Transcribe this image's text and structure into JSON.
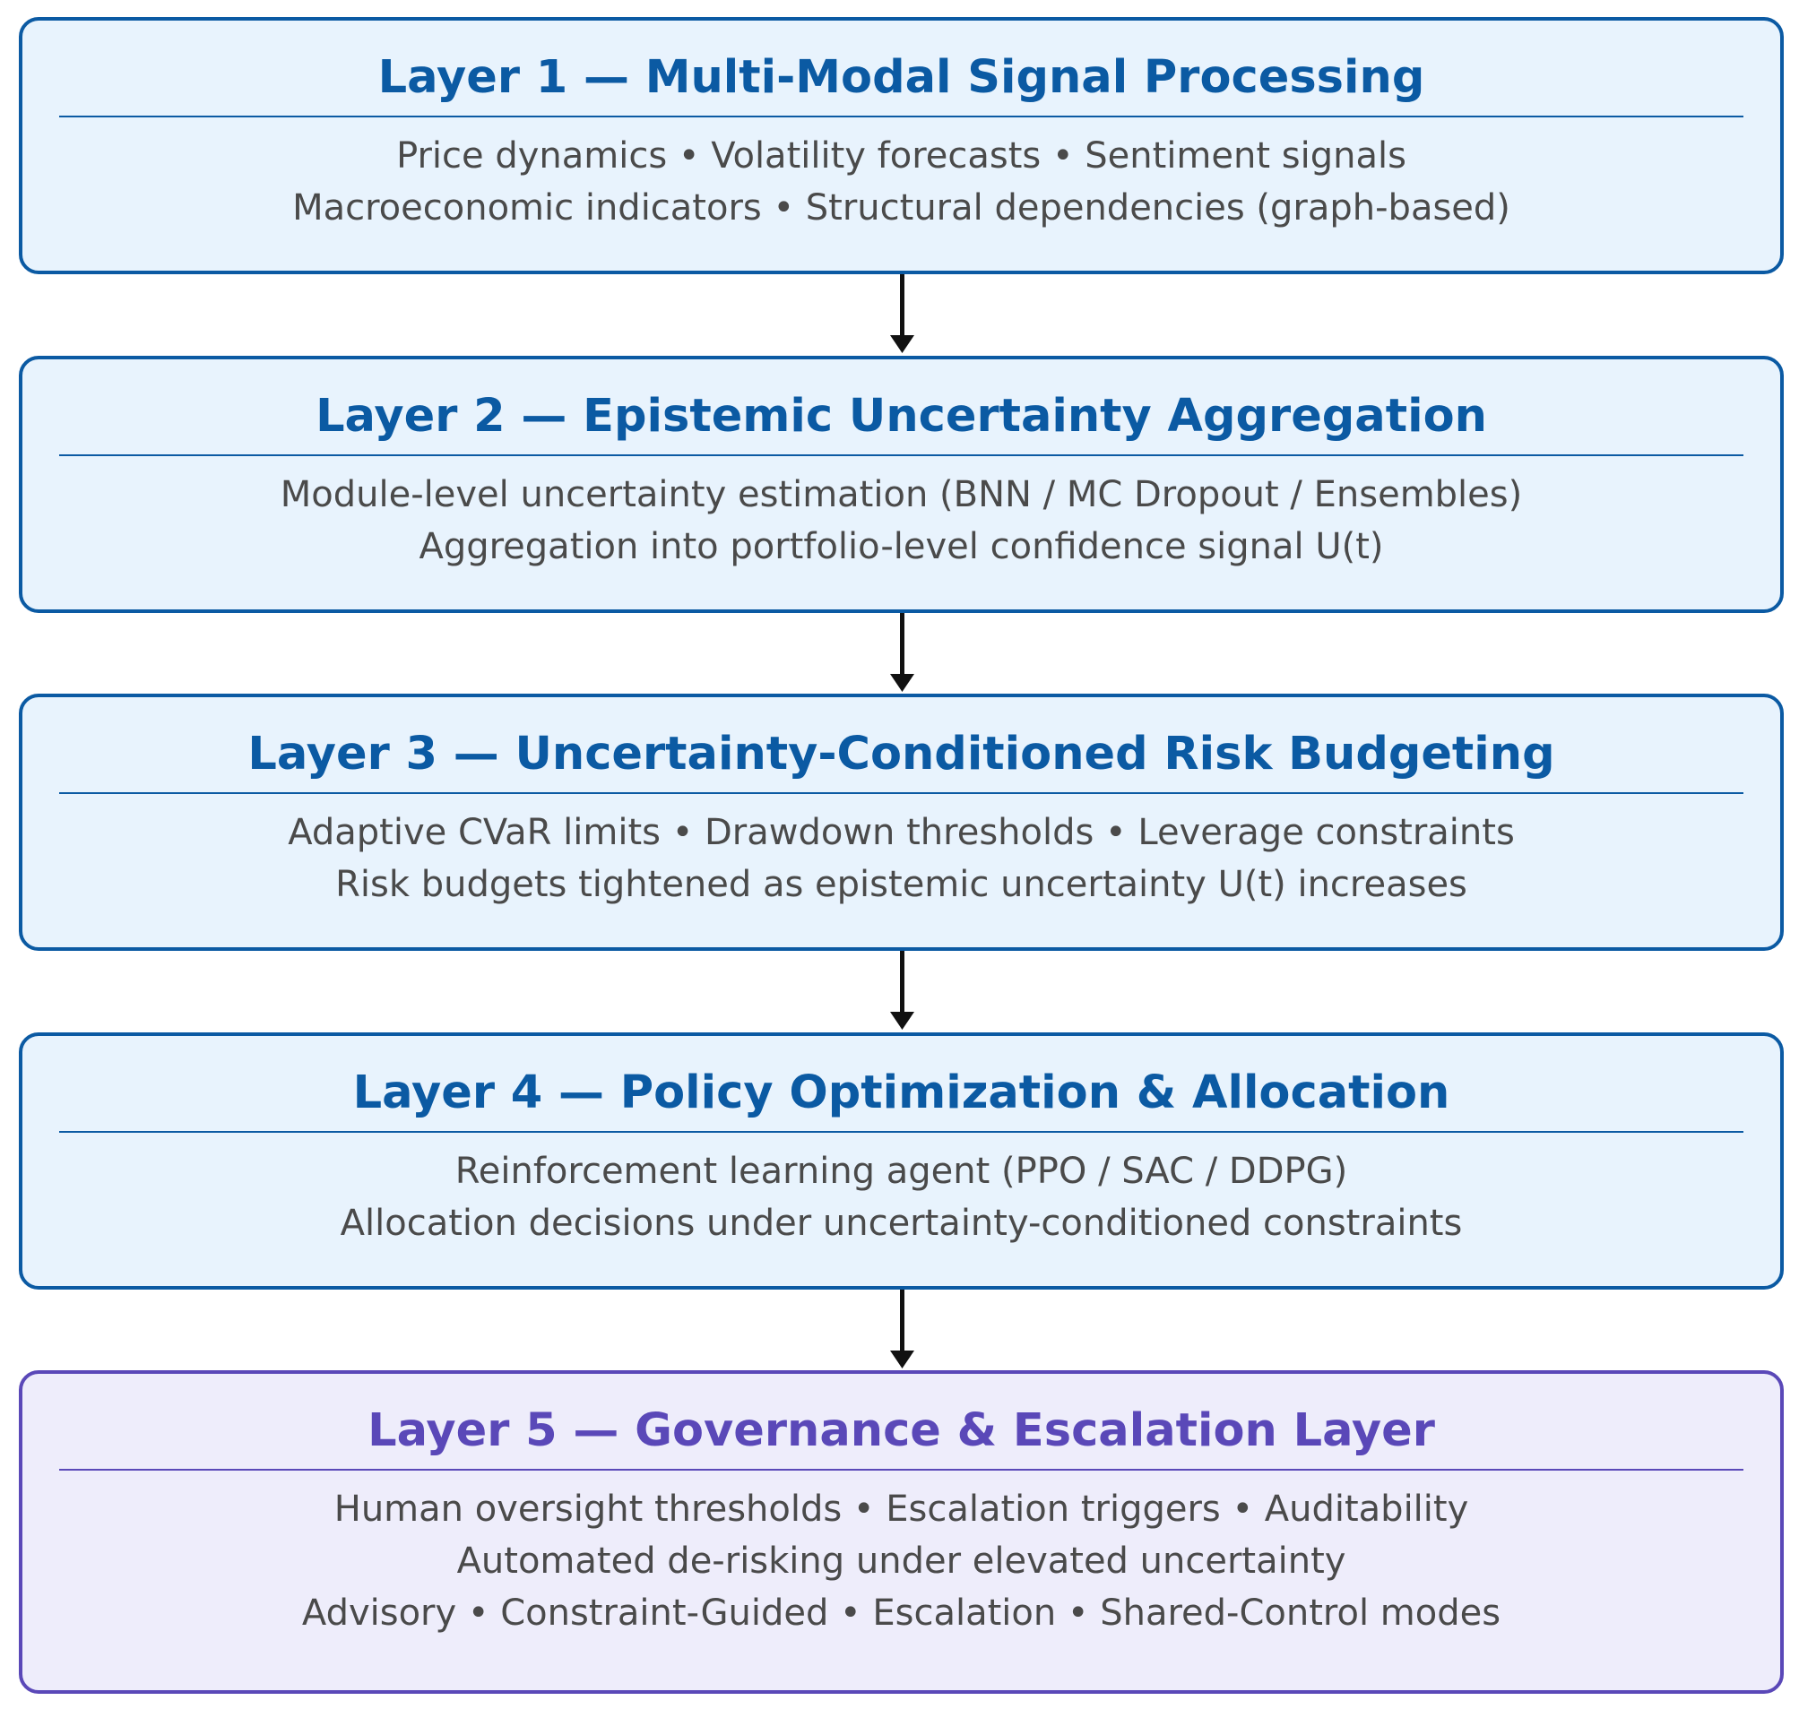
{
  "layers": [
    {
      "title": "Layer 1 — Multi-Modal Signal Processing",
      "lines": [
        "Price dynamics  •  Volatility forecasts  •  Sentiment signals",
        "Macroeconomic indicators  •  Structural dependencies (graph-based)"
      ]
    },
    {
      "title": "Layer 2 — Epistemic Uncertainty Aggregation",
      "lines": [
        "Module-level uncertainty estimation (BNN / MC Dropout / Ensembles)",
        "Aggregation into portfolio-level confidence signal U(t)"
      ]
    },
    {
      "title": "Layer 3 — Uncertainty-Conditioned Risk Budgeting",
      "lines": [
        "Adaptive CVaR limits  •  Drawdown thresholds  •  Leverage constraints",
        "Risk budgets tightened as epistemic uncertainty U(t) increases"
      ]
    },
    {
      "title": "Layer 4 — Policy Optimization & Allocation",
      "lines": [
        "Reinforcement learning agent (PPO / SAC / DDPG)",
        "Allocation decisions under uncertainty-conditioned constraints"
      ]
    },
    {
      "title": "Layer 5 — Governance & Escalation Layer",
      "lines": [
        "Human oversight thresholds  •  Escalation triggers  •  Auditability",
        "Automated de-risking under elevated uncertainty",
        "Advisory  •  Constraint-Guided  •  Escalation  •  Shared-Control modes"
      ]
    }
  ],
  "colors": {
    "primary": "#0b5aa3",
    "primary_fill": "#e8f3fd",
    "governance": "#5a48b8",
    "governance_fill": "#eeedfb",
    "body_text": "#4a4a4a",
    "arrow": "#111111"
  }
}
